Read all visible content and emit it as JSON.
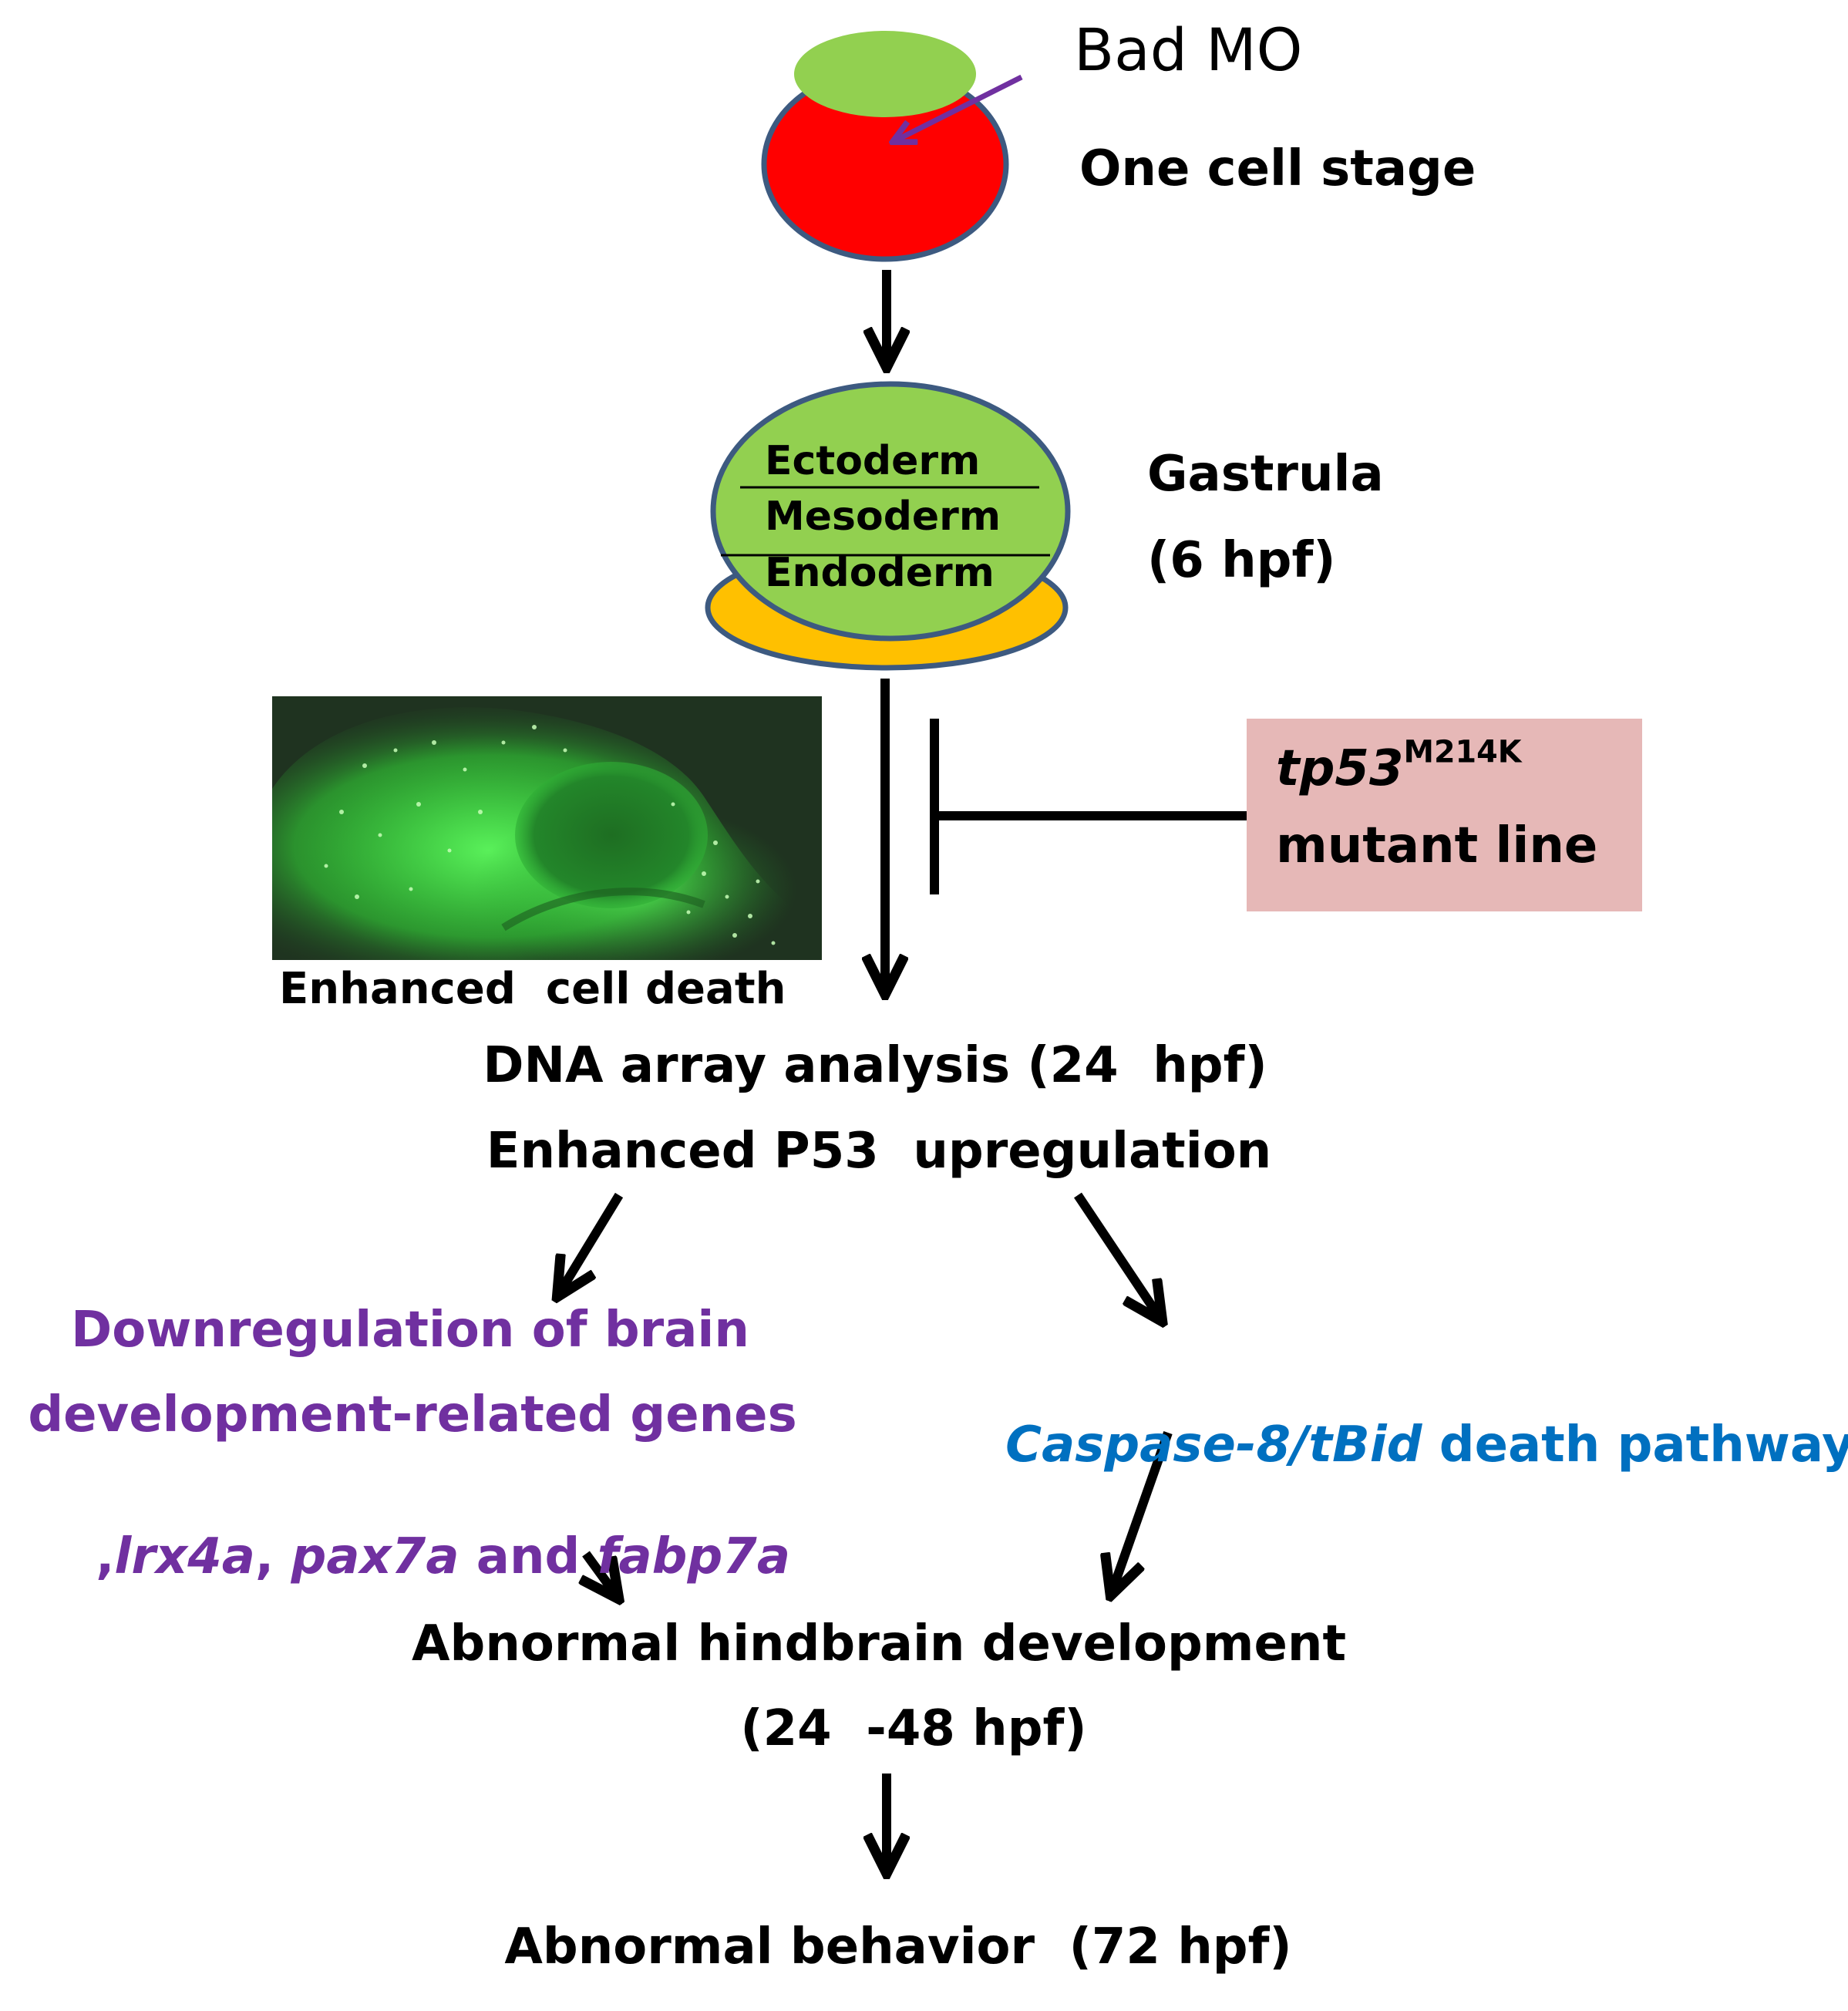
{
  "stages": {
    "one_cell": {
      "injection_label": "Bad MO",
      "label": "One cell stage"
    },
    "gastrula": {
      "layers": [
        "Ectoderm",
        "Mesoderm",
        "Endoderm"
      ],
      "label_line1": "Gastrula",
      "label_line2": "(6 hpf)"
    }
  },
  "inhibitor": {
    "gene": "tp53",
    "allele": "M214K",
    "line": "mutant line"
  },
  "cell_death_caption": "Enhanced  cell death",
  "array_analysis": {
    "line1": "DNA array analysis (24  hpf)",
    "line2": "Enhanced P53  upregulation"
  },
  "left_branch": {
    "line1": "Downregulation of brain",
    "line2": "development-related genes",
    "line3_prefix": ",",
    "gene1": "lrx4a",
    "sep1": ", ",
    "gene2": "pax7a",
    "sep2": " and ",
    "gene3": "fabp7a"
  },
  "right_branch": {
    "italic_part": "Caspase-8/tBid",
    "rest": " death pathway"
  },
  "hindbrain": {
    "line1": "Abnormal hindbrain development",
    "line2": "(24  -48 hpf)"
  },
  "behavior": "Abnormal behavior  (72 hpf)",
  "colors": {
    "egg_red": "#ff0000",
    "cap_green": "#92d050",
    "ectoderm_green": "#92d050",
    "yolk_orange": "#ffc000",
    "outline_blue": "#3d5a80",
    "arrow_purple": "#7030a0",
    "box_pink": "#e6b8b7",
    "text_purple": "#7030a0",
    "text_blue": "#0070c0",
    "fluorescence_green": "#3ce63c"
  }
}
